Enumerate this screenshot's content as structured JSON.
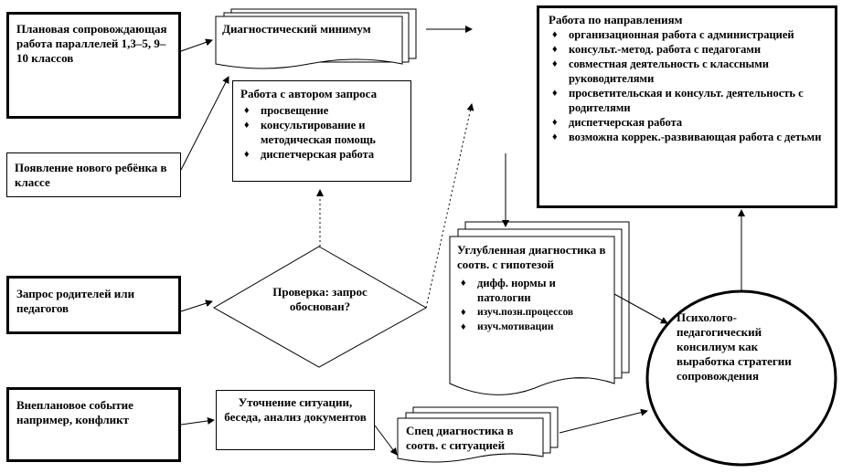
{
  "left_boxes": {
    "planned": "Плановая сопровождающая работа параллелей 1,3–5, 9–10 классов",
    "new_child": "Появление нового ребёнка в классе",
    "request": "Запрос родителей или педагогов",
    "unplanned": "Внеплановое событие например, конфликт"
  },
  "diag_min": {
    "title": "Диагностический минимум"
  },
  "author": {
    "title": "Работа с автором запроса",
    "items": [
      "просвещение",
      "консультирование и методическая помощь",
      "диспетчерская работа"
    ]
  },
  "check": {
    "text": "Проверка: запрос обоснован?"
  },
  "directions": {
    "title": "Работа по направлениям",
    "items": [
      "организационная работа с администрацией",
      "консульт.-метод. работа с педагогами",
      "совместная деятельность с классными руководителями",
      "просветительская и консульт. деятельность с родителями",
      "диспетчерская работа",
      "возможна коррек.-развивающая работа с детьми"
    ]
  },
  "deep_diag": {
    "title": "Углубленная диагностика в соотв. с гипотезой",
    "items": [
      "дифф. нормы и патологии",
      "изуч.позн.процессов",
      "изуч.мотивации"
    ]
  },
  "clarify": {
    "text": "Уточнение ситуации, беседа, анализ документов"
  },
  "spec_diag": {
    "text": "Спец диагностика в соотв. с ситуацией"
  },
  "council": {
    "text": "Психолого-педагогический консилиум как выработка стратегии сопровождения"
  }
}
